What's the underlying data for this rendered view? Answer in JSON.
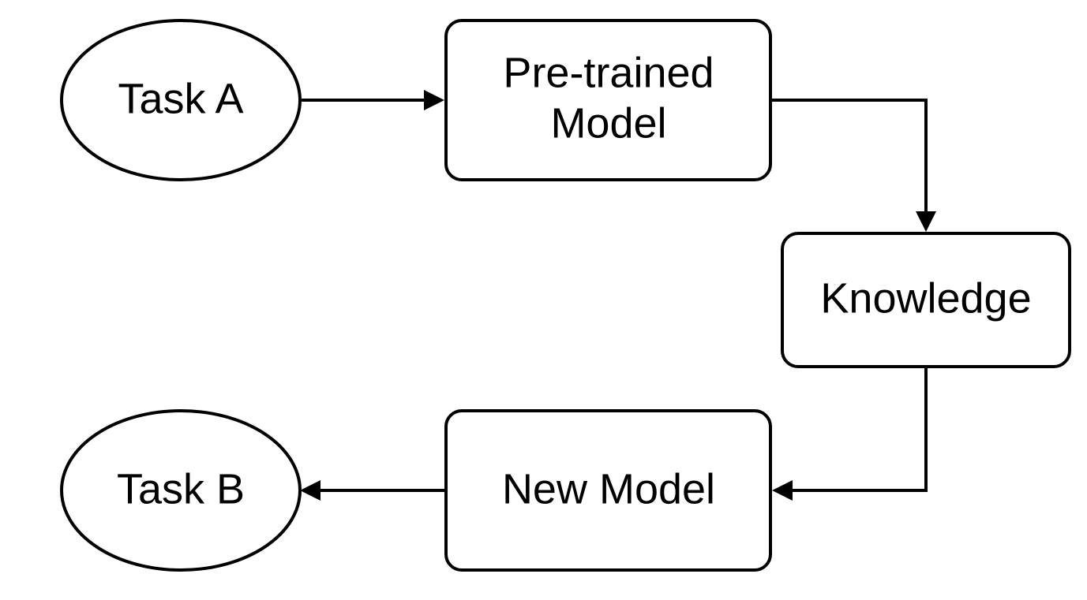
{
  "nodes": {
    "task_a": {
      "label": "Task A"
    },
    "pretrained_model": {
      "label_line1": "Pre-trained",
      "label_line2": "Model"
    },
    "knowledge": {
      "label": "Knowledge"
    },
    "new_model": {
      "label": "New Model"
    },
    "task_b": {
      "label": "Task B"
    }
  },
  "edges": [
    {
      "from": "Task A",
      "to": "Pre-trained Model"
    },
    {
      "from": "Pre-trained Model",
      "to": "Knowledge"
    },
    {
      "from": "Knowledge",
      "to": "New Model"
    },
    {
      "from": "New Model",
      "to": "Task B"
    }
  ],
  "colors": {
    "stroke": "#000000",
    "fill": "#ffffff"
  }
}
